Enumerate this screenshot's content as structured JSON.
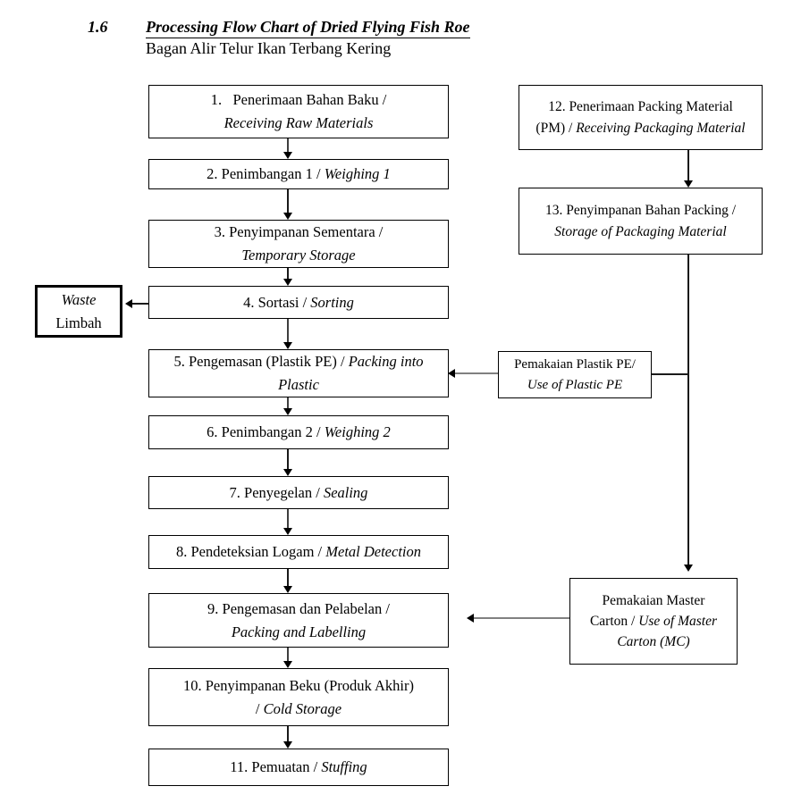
{
  "title": {
    "number": "1.6",
    "heading": "Processing Flow Chart of Dried Flying Fish Roe",
    "subheading": "Bagan Alir Telur Ikan Terbang Kering"
  },
  "nodes": {
    "box1": {
      "l1": "1.   Penerimaan Bahan Baku /",
      "l2_italic": "Receiving Raw Materials"
    },
    "box2": {
      "pre": "2. Penimbangan 1 / ",
      "italic": "Weighing 1"
    },
    "box3": {
      "l1": "3. Penyimpanan Sementara /",
      "l2_italic": "Temporary Storage"
    },
    "box4": {
      "pre": "4. Sortasi / ",
      "italic": "Sorting"
    },
    "box5": {
      "l1_pre": "5. Pengemasan (Plastik PE) / ",
      "l1_italic": "Packing into",
      "l2_italic": "Plastic"
    },
    "box6": {
      "pre": "6. Penimbangan 2 / ",
      "italic": "Weighing 2"
    },
    "box7": {
      "pre": "7. Penyegelan / ",
      "italic": "Sealing"
    },
    "box8": {
      "pre": "8. Pendeteksian Logam / ",
      "italic": "Metal Detection"
    },
    "box9": {
      "l1": "9. Pengemasan dan Pelabelan /",
      "l2_italic": "Packing and Labelling"
    },
    "box10": {
      "l1": "10. Penyimpanan Beku (Produk Akhir)",
      "l2_pre": "/ ",
      "l2_italic": "Cold Storage"
    },
    "box11": {
      "pre": "11. Pemuatan / ",
      "italic": "Stuffing"
    },
    "box12": {
      "l1": "12. Penerimaan Packing Material",
      "l2_pre": "(PM) / ",
      "l2_italic": "Receiving Packaging Material"
    },
    "box13": {
      "l1": "13. Penyimpanan Bahan Packing /",
      "l2_italic": "Storage of Packaging Material"
    },
    "plastic_pe": {
      "l1": "Pemakaian Plastik PE/",
      "l2_italic": "Use of Plastic PE"
    },
    "master_carton": {
      "l1": "Pemakaian Master",
      "l2_pre": "Carton / ",
      "l2_italic": "Use of Master",
      "l3_italic": "Carton (MC)"
    },
    "waste": {
      "l1_italic": "Waste",
      "l2": "Limbah"
    }
  },
  "edges": [
    {
      "from": "step-1",
      "to": "step-2"
    },
    {
      "from": "step-2",
      "to": "step-3"
    },
    {
      "from": "step-3",
      "to": "step-4"
    },
    {
      "from": "step-4",
      "to": "step-5"
    },
    {
      "from": "step-4",
      "to": "waste"
    },
    {
      "from": "step-5",
      "to": "step-6"
    },
    {
      "from": "step-6",
      "to": "step-7"
    },
    {
      "from": "step-7",
      "to": "step-8"
    },
    {
      "from": "step-8",
      "to": "step-9"
    },
    {
      "from": "step-9",
      "to": "step-10"
    },
    {
      "from": "step-10",
      "to": "step-11"
    },
    {
      "from": "step-12",
      "to": "step-13"
    },
    {
      "from": "step-13",
      "to": "plastic-pe"
    },
    {
      "from": "step-13",
      "to": "master-carton"
    },
    {
      "from": "plastic-pe",
      "to": "step-5"
    },
    {
      "from": "master-carton",
      "to": "step-9"
    }
  ],
  "colors": {
    "line": "#3f3f3f",
    "dark_line": "#1a1a1a",
    "gray_line": "#808080",
    "arrowhead": "#000000",
    "border": "#000000",
    "background": "#ffffff"
  }
}
